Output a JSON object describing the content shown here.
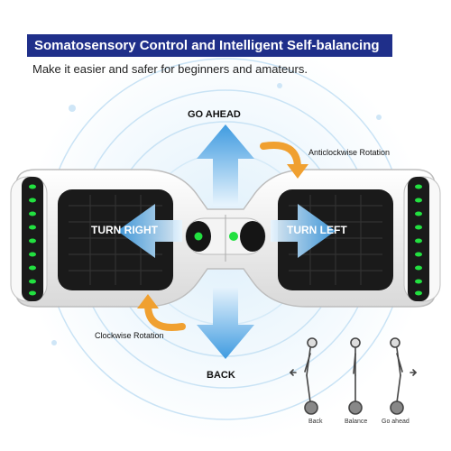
{
  "banner": {
    "title": "Somatosensory Control and Intelligent Self-balancing",
    "subtitle": "Make it easier and safer for beginners and amateurs."
  },
  "directions": {
    "forward": "GO AHEAD",
    "backward": "BACK",
    "right": "TURN RIGHT",
    "left": "TURN LEFT",
    "anticlockwise": "Anticlockwise Rotation",
    "clockwise": "Clockwise Rotation"
  },
  "posture_diagram": {
    "labels": [
      "Back",
      "Balance",
      "Go ahead"
    ]
  },
  "colors": {
    "banner": "#1f2f8a",
    "arrow_blue": "#3f9be0",
    "rotation_arrow": "#f0a030",
    "led_green": "#22e040",
    "board_white": "#f4f4f4",
    "pad_black": "#1a1a1a"
  }
}
